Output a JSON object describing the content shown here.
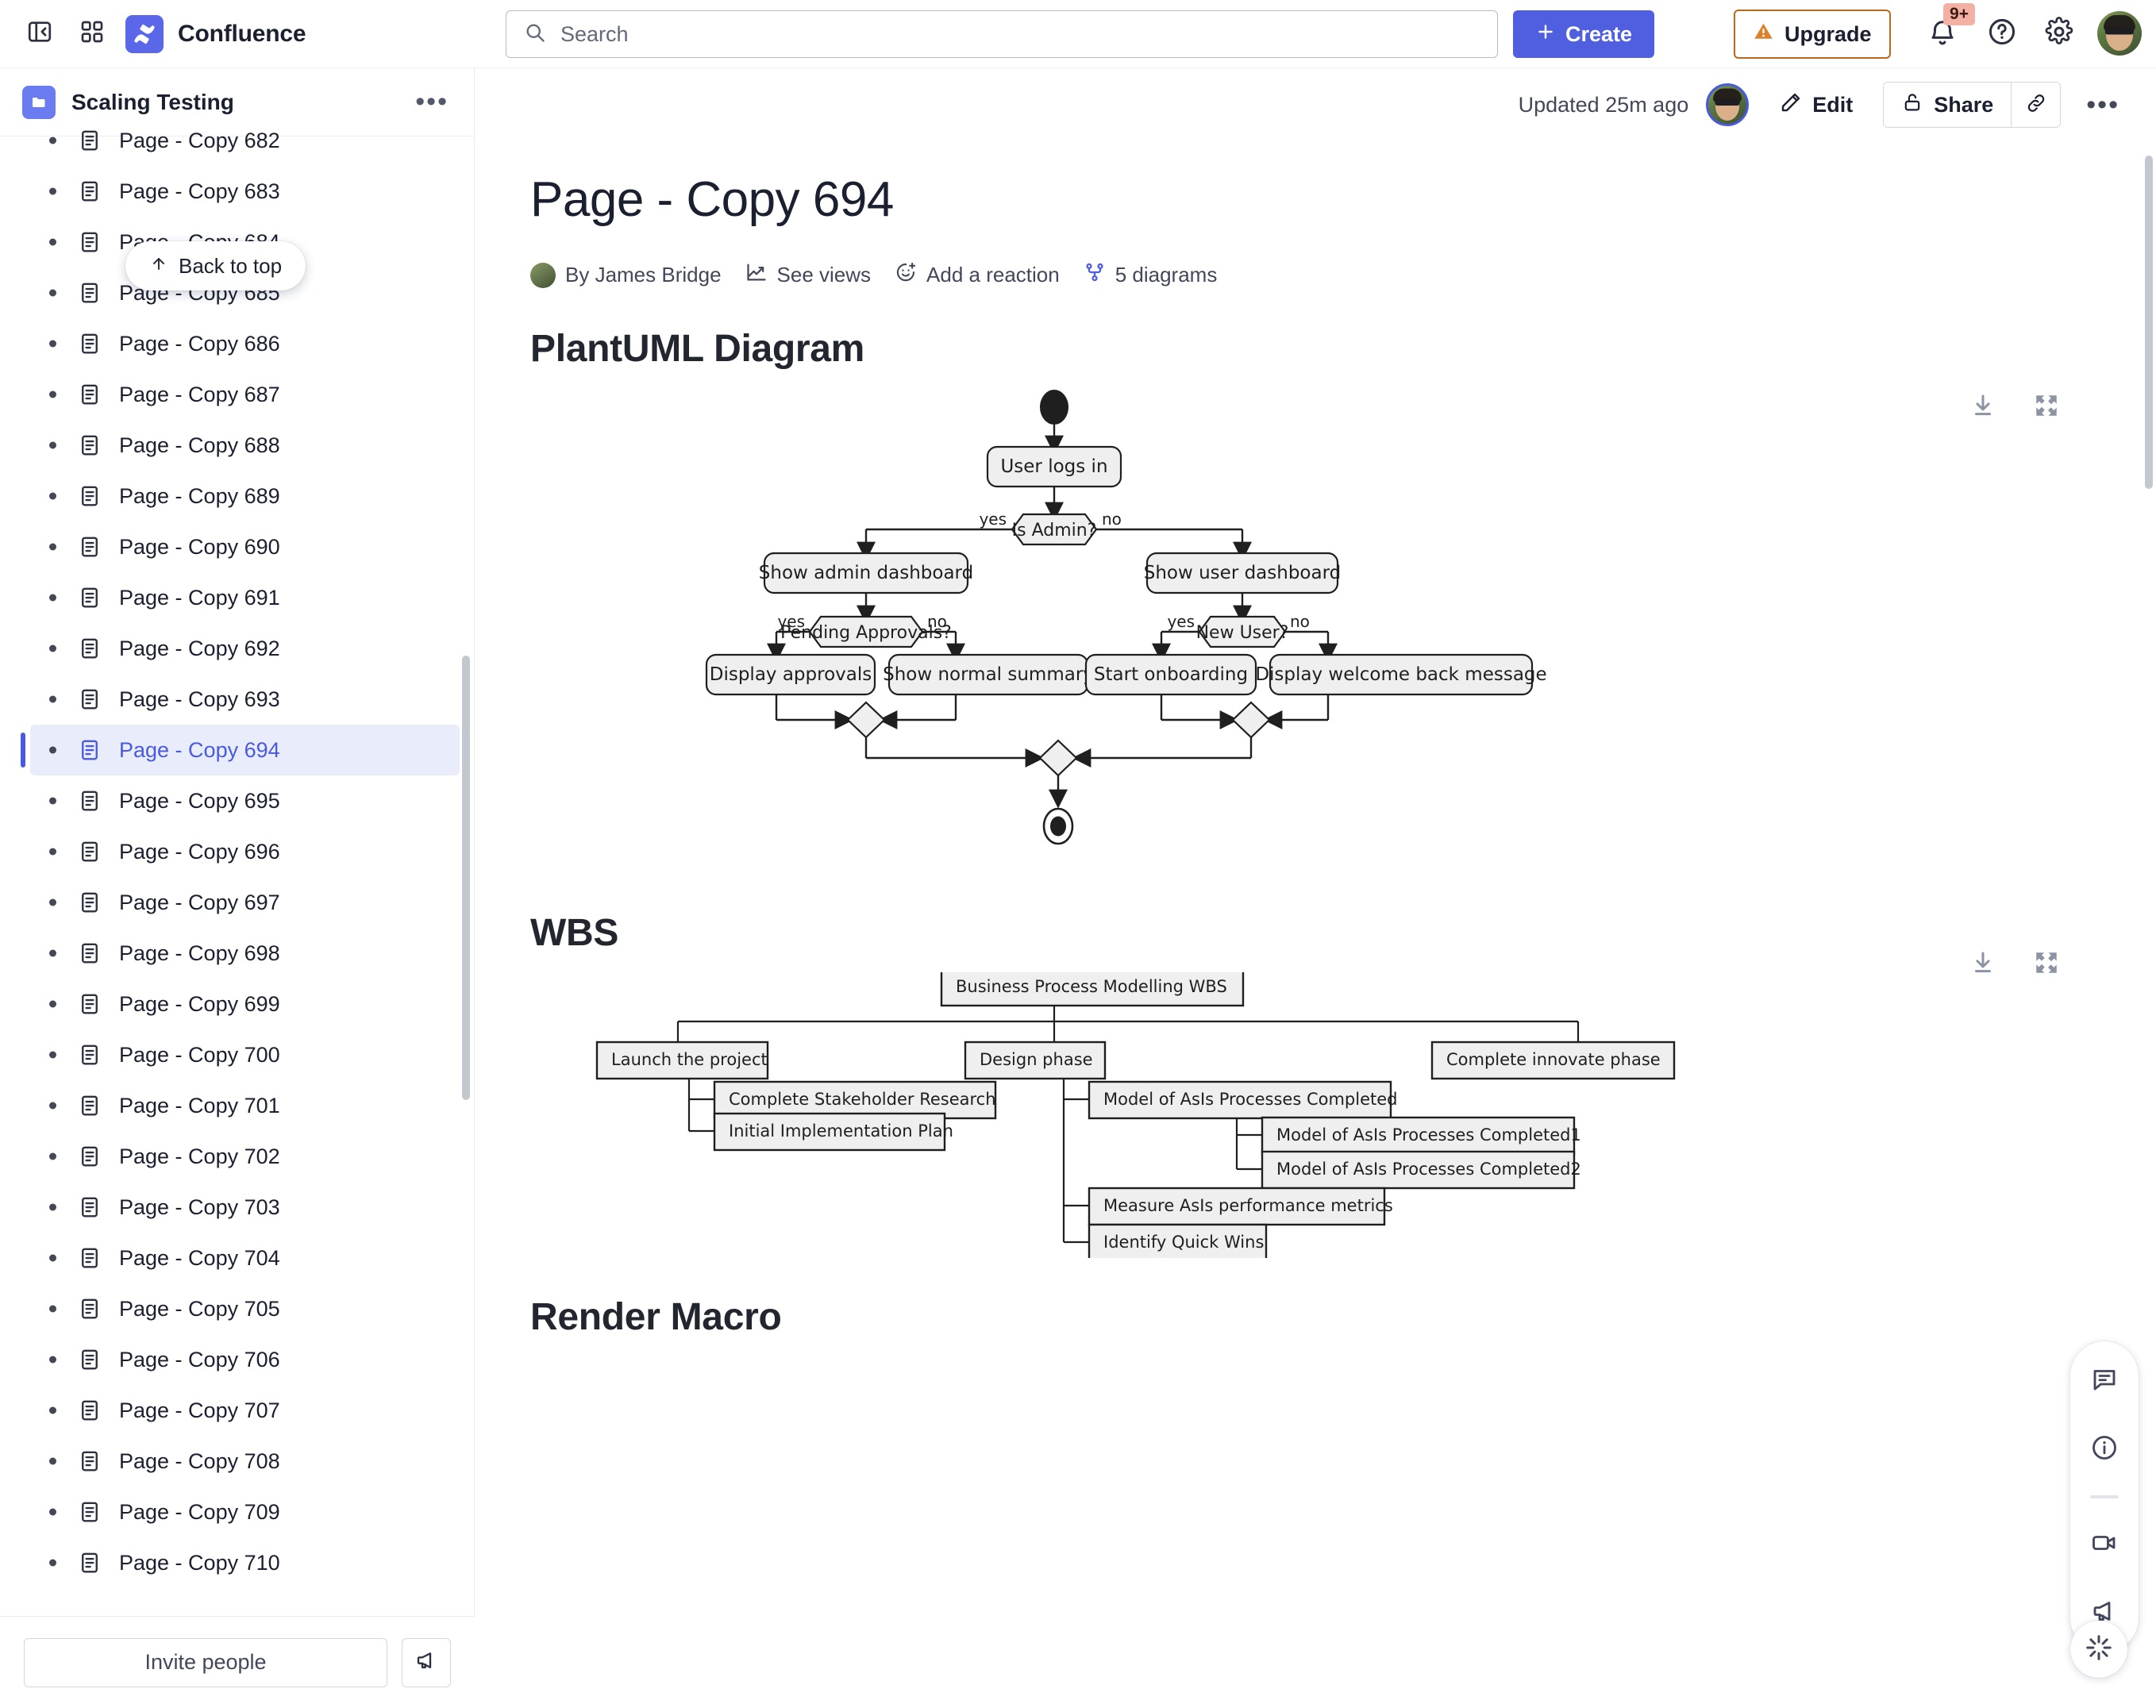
{
  "topnav": {
    "sidebar_toggle_icon": "panel-collapse-icon",
    "app_switcher_icon": "app-switcher-icon",
    "brand_name": "Confluence",
    "search": {
      "placeholder": "Search",
      "value": "",
      "icon": "search-icon"
    },
    "create_label": "Create",
    "create_icon": "plus-icon",
    "upgrade_label": "Upgrade",
    "upgrade_icon": "warning-triangle-icon",
    "notifications": {
      "icon": "bell-icon",
      "badge": "9+"
    },
    "help_icon": "help-circle-icon",
    "settings_icon": "gear-icon",
    "profile_icon": "user-avatar"
  },
  "sidebar": {
    "space_name": "Scaling Testing",
    "space_icon": "folder-icon",
    "more_label": "•••",
    "back_to_top_label": "Back to top",
    "back_to_top_icon": "arrow-up-icon",
    "items": [
      {
        "label": "Page - Copy 682",
        "active": false
      },
      {
        "label": "Page - Copy 683",
        "active": false
      },
      {
        "label": "Page - Copy 684",
        "active": false
      },
      {
        "label": "Page - Copy 685",
        "active": false
      },
      {
        "label": "Page - Copy 686",
        "active": false
      },
      {
        "label": "Page - Copy 687",
        "active": false
      },
      {
        "label": "Page - Copy 688",
        "active": false
      },
      {
        "label": "Page - Copy 689",
        "active": false
      },
      {
        "label": "Page - Copy 690",
        "active": false
      },
      {
        "label": "Page - Copy 691",
        "active": false
      },
      {
        "label": "Page - Copy 692",
        "active": false
      },
      {
        "label": "Page - Copy 693",
        "active": false
      },
      {
        "label": "Page - Copy 694",
        "active": true
      },
      {
        "label": "Page - Copy 695",
        "active": false
      },
      {
        "label": "Page - Copy 696",
        "active": false
      },
      {
        "label": "Page - Copy 697",
        "active": false
      },
      {
        "label": "Page - Copy 698",
        "active": false
      },
      {
        "label": "Page - Copy 699",
        "active": false
      },
      {
        "label": "Page - Copy 700",
        "active": false
      },
      {
        "label": "Page - Copy 701",
        "active": false
      },
      {
        "label": "Page - Copy 702",
        "active": false
      },
      {
        "label": "Page - Copy 703",
        "active": false
      },
      {
        "label": "Page - Copy 704",
        "active": false
      },
      {
        "label": "Page - Copy 705",
        "active": false
      },
      {
        "label": "Page - Copy 706",
        "active": false
      },
      {
        "label": "Page - Copy 707",
        "active": false
      },
      {
        "label": "Page - Copy 708",
        "active": false
      },
      {
        "label": "Page - Copy 709",
        "active": false
      },
      {
        "label": "Page - Copy 710",
        "active": false
      }
    ],
    "footer": {
      "invite_label": "Invite people",
      "megaphone_icon": "megaphone-icon"
    }
  },
  "page_actions": {
    "updated_text": "Updated 25m ago",
    "contributor_icon": "user-avatar",
    "edit_label": "Edit",
    "edit_icon": "pencil-icon",
    "share_label": "Share",
    "share_icon": "unlock-icon",
    "copy_link_icon": "link-icon",
    "more_label": "•••"
  },
  "document": {
    "title": "Page - Copy 694",
    "byline": [
      {
        "label": "By James Bridge",
        "icon": "user-avatar"
      },
      {
        "label": "See views",
        "icon": "analytics-icon"
      },
      {
        "label": "Add a reaction",
        "icon": "emoji-plus-icon"
      },
      {
        "label": "5 diagrams",
        "icon": "diagram-branch-icon"
      }
    ],
    "sections": [
      {
        "heading": "PlantUML Diagram"
      },
      {
        "heading": "WBS"
      },
      {
        "heading": "Render Macro"
      }
    ],
    "diagram_tools": {
      "download_icon": "download-icon",
      "fullscreen_icon": "expand-icon"
    }
  },
  "chart_data": [
    {
      "type": "diagram",
      "diagram_kind": "plantuml-activity",
      "title": "PlantUML Diagram",
      "nodes": [
        {
          "id": "start",
          "label": "",
          "shape": "start-circle"
        },
        {
          "id": "login",
          "label": "User logs in",
          "shape": "activity"
        },
        {
          "id": "isadmin",
          "label": "Is Admin?",
          "shape": "decision"
        },
        {
          "id": "admindash",
          "label": "Show admin dashboard",
          "shape": "activity"
        },
        {
          "id": "userdash",
          "label": "Show user dashboard",
          "shape": "activity"
        },
        {
          "id": "pending",
          "label": "Pending Approvals?",
          "shape": "decision"
        },
        {
          "id": "newuser",
          "label": "New User?",
          "shape": "decision"
        },
        {
          "id": "approvals",
          "label": "Display approvals",
          "shape": "activity"
        },
        {
          "id": "summary",
          "label": "Show normal summary",
          "shape": "activity"
        },
        {
          "id": "onboarding",
          "label": "Start onboarding",
          "shape": "activity"
        },
        {
          "id": "welcome",
          "label": "Display welcome back message",
          "shape": "activity"
        },
        {
          "id": "merge1",
          "label": "",
          "shape": "merge-diamond"
        },
        {
          "id": "merge2",
          "label": "",
          "shape": "merge-diamond"
        },
        {
          "id": "merge3",
          "label": "",
          "shape": "merge-diamond"
        },
        {
          "id": "end",
          "label": "",
          "shape": "end-circle"
        }
      ],
      "edges": [
        {
          "from": "start",
          "to": "login",
          "label": ""
        },
        {
          "from": "login",
          "to": "isadmin",
          "label": ""
        },
        {
          "from": "isadmin",
          "to": "admindash",
          "label": "yes"
        },
        {
          "from": "isadmin",
          "to": "userdash",
          "label": "no"
        },
        {
          "from": "admindash",
          "to": "pending",
          "label": ""
        },
        {
          "from": "userdash",
          "to": "newuser",
          "label": ""
        },
        {
          "from": "pending",
          "to": "approvals",
          "label": "yes"
        },
        {
          "from": "pending",
          "to": "summary",
          "label": "no"
        },
        {
          "from": "newuser",
          "to": "onboarding",
          "label": "yes"
        },
        {
          "from": "newuser",
          "to": "welcome",
          "label": "no"
        },
        {
          "from": "approvals",
          "to": "merge1",
          "label": ""
        },
        {
          "from": "summary",
          "to": "merge1",
          "label": ""
        },
        {
          "from": "onboarding",
          "to": "merge2",
          "label": ""
        },
        {
          "from": "welcome",
          "to": "merge2",
          "label": ""
        },
        {
          "from": "merge1",
          "to": "merge3",
          "label": ""
        },
        {
          "from": "merge2",
          "to": "merge3",
          "label": ""
        },
        {
          "from": "merge3",
          "to": "end",
          "label": ""
        }
      ]
    },
    {
      "type": "diagram",
      "diagram_kind": "wbs-tree",
      "title": "WBS",
      "root": "Business Process Modelling WBS",
      "nodes": [
        {
          "label": "Business Process Modelling WBS",
          "level": 0
        },
        {
          "label": "Launch the project",
          "level": 1
        },
        {
          "label": "Complete Stakeholder Research",
          "level": 2
        },
        {
          "label": "Initial Implementation Plan",
          "level": 2
        },
        {
          "label": "Design phase",
          "level": 1
        },
        {
          "label": "Model of AsIs Processes Completed",
          "level": 2
        },
        {
          "label": "Model of AsIs Processes Completed1",
          "level": 3
        },
        {
          "label": "Model of AsIs Processes Completed2",
          "level": 3
        },
        {
          "label": "Measure AsIs performance metrics",
          "level": 2
        },
        {
          "label": "Identify Quick Wins",
          "level": 2
        },
        {
          "label": "Complete innovate phase",
          "level": 1
        }
      ]
    }
  ],
  "right_rail": {
    "items": [
      {
        "icon": "comment-icon"
      },
      {
        "icon": "info-circle-icon"
      },
      {
        "icon": "video-icon"
      },
      {
        "icon": "megaphone-icon"
      }
    ],
    "fab_icon": "sparkle-icon"
  },
  "colors": {
    "brand_blue": "#4f5fe0",
    "selected_bg": "#e9edfb",
    "upgrade_border": "#b8681a",
    "badge_bg": "#f3b0a5",
    "diagram_fill": "#efefef",
    "diagram_stroke": "#1f1f1f"
  }
}
